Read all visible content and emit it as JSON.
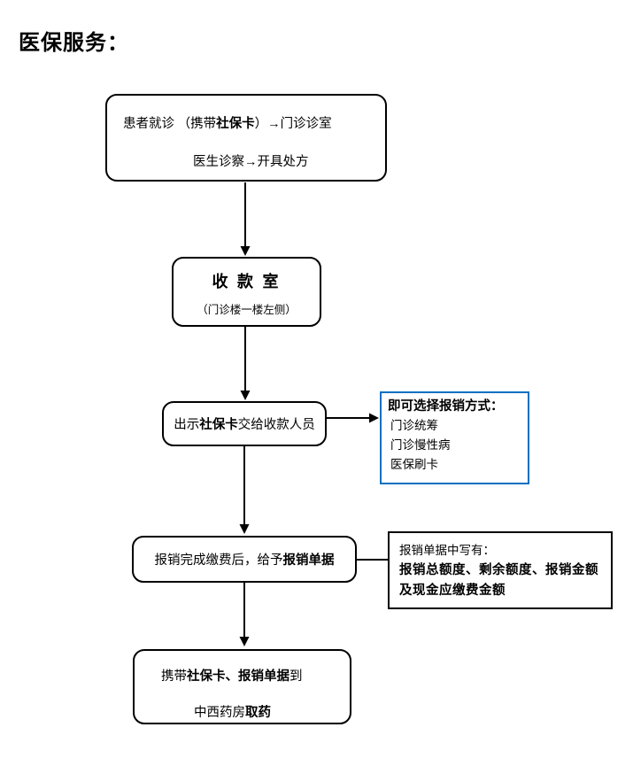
{
  "title": "医保服务：",
  "colors": {
    "background": "#ffffff",
    "stroke": "#000000",
    "text": "#000000",
    "callout_blue": "#0070C0"
  },
  "steps": {
    "visit": {
      "line1_pre": "患者就诊 （携带",
      "line1_bold": "社保卡",
      "line1_post": "）→门诊诊室",
      "line2": "医生诊察→开具处方"
    },
    "cashier": {
      "name": "收 款 室",
      "location": "（门诊楼一楼左侧）"
    },
    "show_card": {
      "pre": "出示",
      "bold": "社保卡",
      "post": "交给收款人员"
    },
    "receipt": {
      "pre": "报销完成缴费后，给予",
      "bold": "报销单据"
    },
    "pharmacy": {
      "line1_pre": "携带",
      "line1_bold": "社保卡、报销单据",
      "line1_post": "到",
      "line2_pre": "中西药房",
      "line2_bold": "取药"
    }
  },
  "callouts": {
    "reimburse_options": {
      "title": "即可选择报销方式：",
      "items": [
        "门诊统筹",
        "门诊慢性病",
        "医保刷卡"
      ]
    },
    "receipt_contents": {
      "line1": "报销单据中写有：",
      "line2_bold": "报销总额度、剩余额度、报销金额",
      "line3_bold": "及现金应缴费金额"
    }
  }
}
